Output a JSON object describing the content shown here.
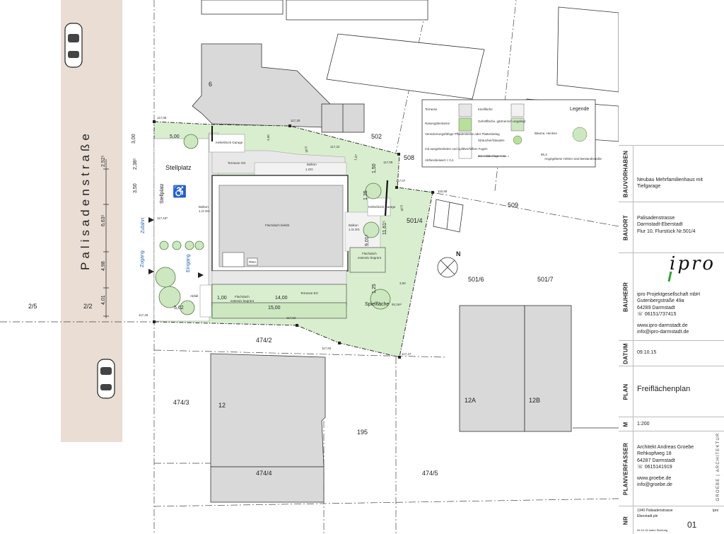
{
  "street": {
    "name": "Palisadenstraße",
    "dims": [
      "2,52⁵",
      "6,63⁵",
      "4,98",
      "4,01"
    ]
  },
  "parcels": {
    "p25": "2/5",
    "p22": "2/2",
    "p502": "502",
    "p508": "508",
    "p509": "509",
    "p5014": "501/4",
    "p5016": "501/6",
    "p5017": "501/7",
    "p4742": "474/2",
    "p4743": "474/3",
    "p4744": "474/4",
    "p4745": "474/5",
    "p195": "195",
    "b6": "6",
    "b12": "12",
    "b12a": "12A",
    "b12b": "12B"
  },
  "heights": [
    "117,08",
    "117,30",
    "117,22",
    "117,05",
    "117,07",
    "116,95",
    "117,18⁵",
    "117,29",
    "117,62",
    "117,63",
    "117,47"
  ],
  "site_dims": {
    "d300": "3,00",
    "d500": "5,00",
    "d238": "2,38⁵",
    "d350": "3,50",
    "d562": "5,62",
    "d100": "1,00",
    "d1400": "14,00",
    "d1500": "15,00",
    "d150": "1,50",
    "d135": "1,35",
    "d901": "9,01⁵",
    "d1161": "11,61⁵",
    "d125": "1,25",
    "d300b": "3,00",
    "d300c": "3,00",
    "d300d": "3,00",
    "d187": "1,87",
    "d300e": "3,00"
  },
  "labels": {
    "stellplatz": "Stellplatz",
    "stellplatz2": "Stellplatz",
    "zufahrt": "Zufahrt",
    "zugang": "Zugang",
    "eingang": "Eingang",
    "flachdach": "Flachdach belebt",
    "terrasse_og": "Terrasse OG",
    "balkon1": "Balkon",
    "balkon1b": "1.OG",
    "balkon2": "Balkon",
    "balkon2b": "1./2.OG",
    "balkon3": "Balkon",
    "balkon3b": "1./2.OG",
    "dachbegruent": "Flachdach",
    "dachbegruent2": "extensiv begrünt",
    "dachbegruent3": "Flachdach",
    "dachbegruent4": "extensiv begrünt",
    "terrasse_eg": "Terrasse EG",
    "spielflaeche": "Spielfläche",
    "spielflaeche_area": "92,3m²",
    "rwa": "RWA",
    "abfall": "Abfall",
    "garage1": "Kellerblock Garage",
    "garage2": "Kellerblock Garage"
  },
  "legend": {
    "title": "Legende",
    "items": [
      "Terrasse",
      "Kiesfläche",
      "Rasengittersteine",
      "Gehölfläche, gärtnerisch angelegt",
      "Versickerungsfähige Pflasterdecke oder Plattenbelag",
      "Sträucher/Stauden",
      "Bäume, Hecken",
      "Grundstücksgrenze",
      "mit ausgebreiteten und splittverfüllten Fugen",
      "Abflussbeiwert < 0,4",
      "Angegebene Höhen sind Bestandsmaße",
      "85,3"
    ]
  },
  "titleblock": {
    "bauvorhaben_label": "BAUVORHABEN",
    "bauvorhaben": [
      "Neubau Mehrfamilienhaus mit",
      "Tiefgarage"
    ],
    "bauort_label": "BAUORT",
    "bauort": [
      "Palisadenstrasse",
      "Darmstadt-Eberstadt",
      "Flur 10, Flurstück Nr.501/4"
    ],
    "bauherr_label": "BAUHERR",
    "logo": "ipro",
    "bauherr": [
      "ipro Projektgesellschaft mbH",
      "Gutenbergstraße 49a",
      "64289 Darmstadt",
      "☏ 06151/737415",
      "",
      "www.ipro-darmstadt.de",
      "info@ipro-darmstadt.de"
    ],
    "datum_label": "DATUM",
    "datum": "09.10.15",
    "plan_label": "PLAN",
    "plan": "Freiflächenplan",
    "m_label": "M",
    "massstab": "1:200",
    "planverfasser_label": "PLANVERFASSER",
    "planverfasser": [
      "Architekt Andreas Groebe",
      "Rehkopfweg 18",
      "64287 Darmstadt",
      "☏ 0615141919",
      "",
      "www.groebe.de",
      "info@groebe.de"
    ],
    "groebe": "GROEBE | ARCHITEKTUR",
    "nr_label": "NR",
    "file1": "1340 Palisadenstrasse",
    "file2": "Eberstadt.pln",
    "file3": "09.10.15 Index Sichtung",
    "ipro_small": "ipro",
    "nr": "01"
  }
}
